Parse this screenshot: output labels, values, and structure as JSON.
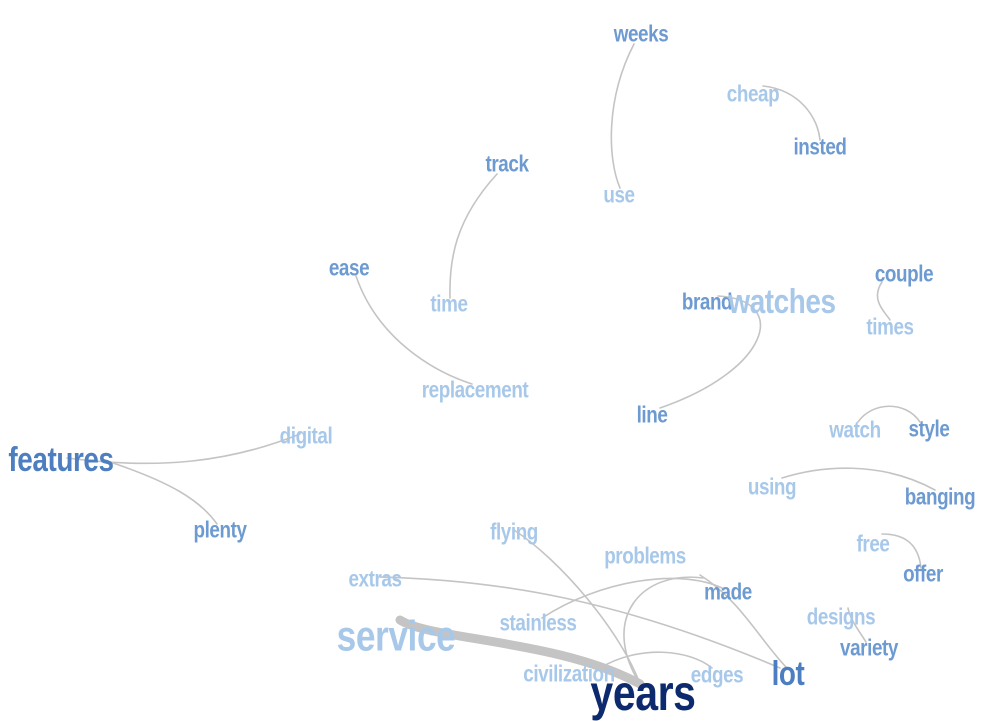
{
  "colors": {
    "light": "#a8c8ea",
    "mid": "#6d9ad0",
    "strong": "#4d7fc0",
    "dark": "#0d2a6e",
    "edge": "#c4c4c4"
  },
  "words": [
    {
      "id": "weeks",
      "text": "weeks",
      "tone": "mid"
    },
    {
      "id": "cheap",
      "text": "cheap",
      "tone": "light"
    },
    {
      "id": "insted",
      "text": "insted",
      "tone": "mid"
    },
    {
      "id": "track",
      "text": "track",
      "tone": "mid"
    },
    {
      "id": "use",
      "text": "use",
      "tone": "light"
    },
    {
      "id": "ease",
      "text": "ease",
      "tone": "mid"
    },
    {
      "id": "time",
      "text": "time",
      "tone": "light"
    },
    {
      "id": "couple",
      "text": "couple",
      "tone": "mid"
    },
    {
      "id": "brand",
      "text": "brand",
      "tone": "mid"
    },
    {
      "id": "watches",
      "text": "watches",
      "tone": "light"
    },
    {
      "id": "times",
      "text": "times",
      "tone": "light"
    },
    {
      "id": "replacement",
      "text": "replacement",
      "tone": "light"
    },
    {
      "id": "line",
      "text": "line",
      "tone": "mid"
    },
    {
      "id": "watch",
      "text": "watch",
      "tone": "light"
    },
    {
      "id": "style",
      "text": "style",
      "tone": "mid"
    },
    {
      "id": "digital",
      "text": "digital",
      "tone": "light"
    },
    {
      "id": "features",
      "text": "features",
      "tone": "strong"
    },
    {
      "id": "using",
      "text": "using",
      "tone": "light"
    },
    {
      "id": "banging",
      "text": "banging",
      "tone": "mid"
    },
    {
      "id": "plenty",
      "text": "plenty",
      "tone": "mid"
    },
    {
      "id": "flying",
      "text": "flying",
      "tone": "light"
    },
    {
      "id": "free",
      "text": "free",
      "tone": "light"
    },
    {
      "id": "problems",
      "text": "problems",
      "tone": "light"
    },
    {
      "id": "offer",
      "text": "offer",
      "tone": "mid"
    },
    {
      "id": "extras",
      "text": "extras",
      "tone": "light"
    },
    {
      "id": "made",
      "text": "made",
      "tone": "mid"
    },
    {
      "id": "designs",
      "text": "designs",
      "tone": "light"
    },
    {
      "id": "stainless",
      "text": "stainless",
      "tone": "light"
    },
    {
      "id": "service",
      "text": "service",
      "tone": "light"
    },
    {
      "id": "variety",
      "text": "variety",
      "tone": "mid"
    },
    {
      "id": "civilization",
      "text": "civilization",
      "tone": "light"
    },
    {
      "id": "edges",
      "text": "edges",
      "tone": "light"
    },
    {
      "id": "lot",
      "text": "lot",
      "tone": "strong"
    },
    {
      "id": "years",
      "text": "years",
      "tone": "dark"
    }
  ],
  "links": [
    {
      "from": "weeks",
      "to": "use",
      "weight": 1
    },
    {
      "from": "cheap",
      "to": "insted",
      "weight": 1
    },
    {
      "from": "track",
      "to": "time",
      "weight": 1
    },
    {
      "from": "ease",
      "to": "replacement",
      "weight": 1
    },
    {
      "from": "brand",
      "to": "line",
      "weight": 1
    },
    {
      "from": "couple",
      "to": "times",
      "weight": 1
    },
    {
      "from": "watch",
      "to": "style",
      "weight": 1
    },
    {
      "from": "features",
      "to": "digital",
      "weight": 1
    },
    {
      "from": "features",
      "to": "plenty",
      "weight": 1
    },
    {
      "from": "using",
      "to": "banging",
      "weight": 1
    },
    {
      "from": "free",
      "to": "offer",
      "weight": 1
    },
    {
      "from": "flying",
      "to": "years",
      "weight": 1
    },
    {
      "from": "problems",
      "to": "years",
      "weight": 1
    },
    {
      "from": "extras",
      "to": "lot",
      "weight": 1
    },
    {
      "from": "stainless",
      "to": "made",
      "weight": 1
    },
    {
      "from": "made",
      "to": "lot",
      "weight": 1
    },
    {
      "from": "designs",
      "to": "variety",
      "weight": 1
    },
    {
      "from": "civilization",
      "to": "edges",
      "weight": 1
    },
    {
      "from": "service",
      "to": "years",
      "weight": 6
    }
  ]
}
